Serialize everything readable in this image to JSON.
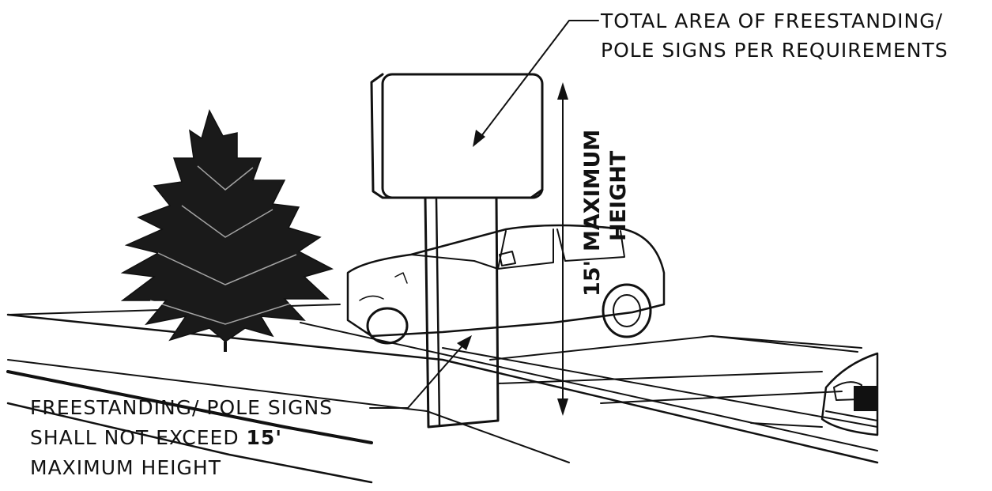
{
  "callouts": {
    "top": {
      "line1": "TOTAL AREA OF FREESTANDING/",
      "line2": "POLE SIGNS PER REQUIREMENTS"
    },
    "bottom": {
      "line1": "FREESTANDING/ POLE SIGNS",
      "line2_a": "SHALL NOT EXCEED ",
      "line2_b": "15'",
      "line3": "MAXIMUM HEIGHT"
    }
  },
  "dimension": {
    "value": "15'",
    "label1": "MAXIMUM",
    "label2": "HEIGHT"
  },
  "colors": {
    "ink": "#111111",
    "paper": "#ffffff"
  }
}
